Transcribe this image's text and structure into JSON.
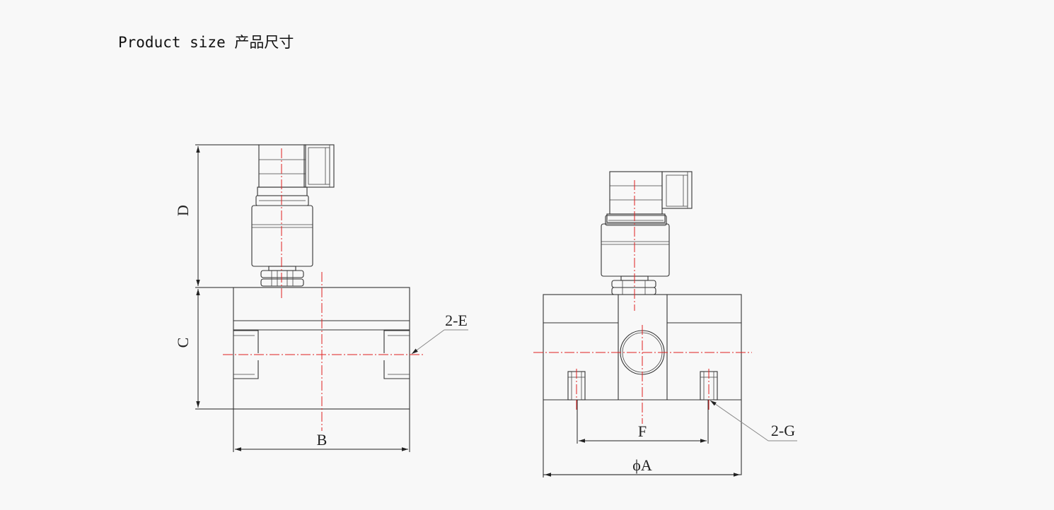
{
  "title": "Product size 产品尺寸",
  "dimensions": {
    "A": "ϕA",
    "B": "B",
    "C": "C",
    "D": "D",
    "E": "2-E",
    "F": "F",
    "G": "2-G"
  },
  "colors": {
    "centerline": "#e02020",
    "outline": "#333333",
    "background": "#f8f8f8"
  }
}
